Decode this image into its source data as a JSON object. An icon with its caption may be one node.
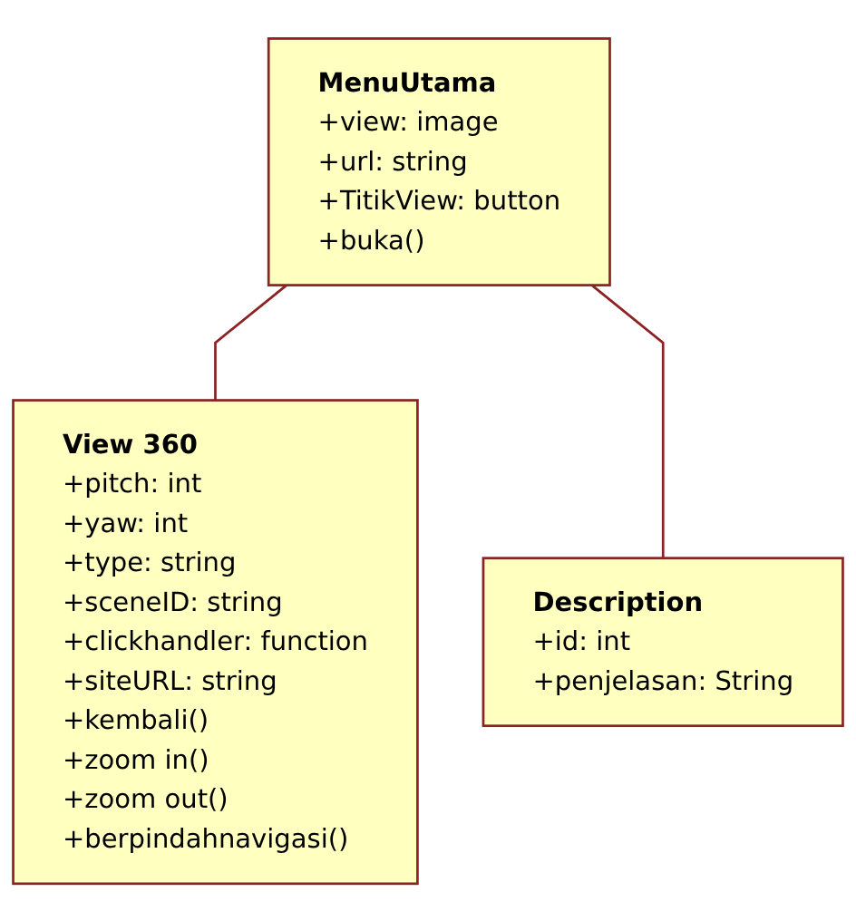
{
  "diagram": {
    "nodes": [
      {
        "text": [
          "MenuUtama",
          "+view: image",
          "+url: string",
          "+TitikView: button",
          "+buka()"
        ]
      },
      {
        "text": [
          "View 360",
          "+pitch: int",
          "+yaw: int",
          "+type: string",
          "+sceneID: string",
          "+clickhandler: function",
          "+siteURL: string",
          "+kembali()",
          "+zoom in()",
          "+zoom out()",
          "+berpindahnavigasi()"
        ]
      },
      {
        "text": [
          "Description",
          "+id: int",
          "+penjelasan: String"
        ]
      }
    ],
    "edges": [
      {
        "from": 0,
        "to": 1,
        "arrow": "none"
      },
      {
        "from": 0,
        "to": 2,
        "arrow": "none"
      }
    ]
  }
}
